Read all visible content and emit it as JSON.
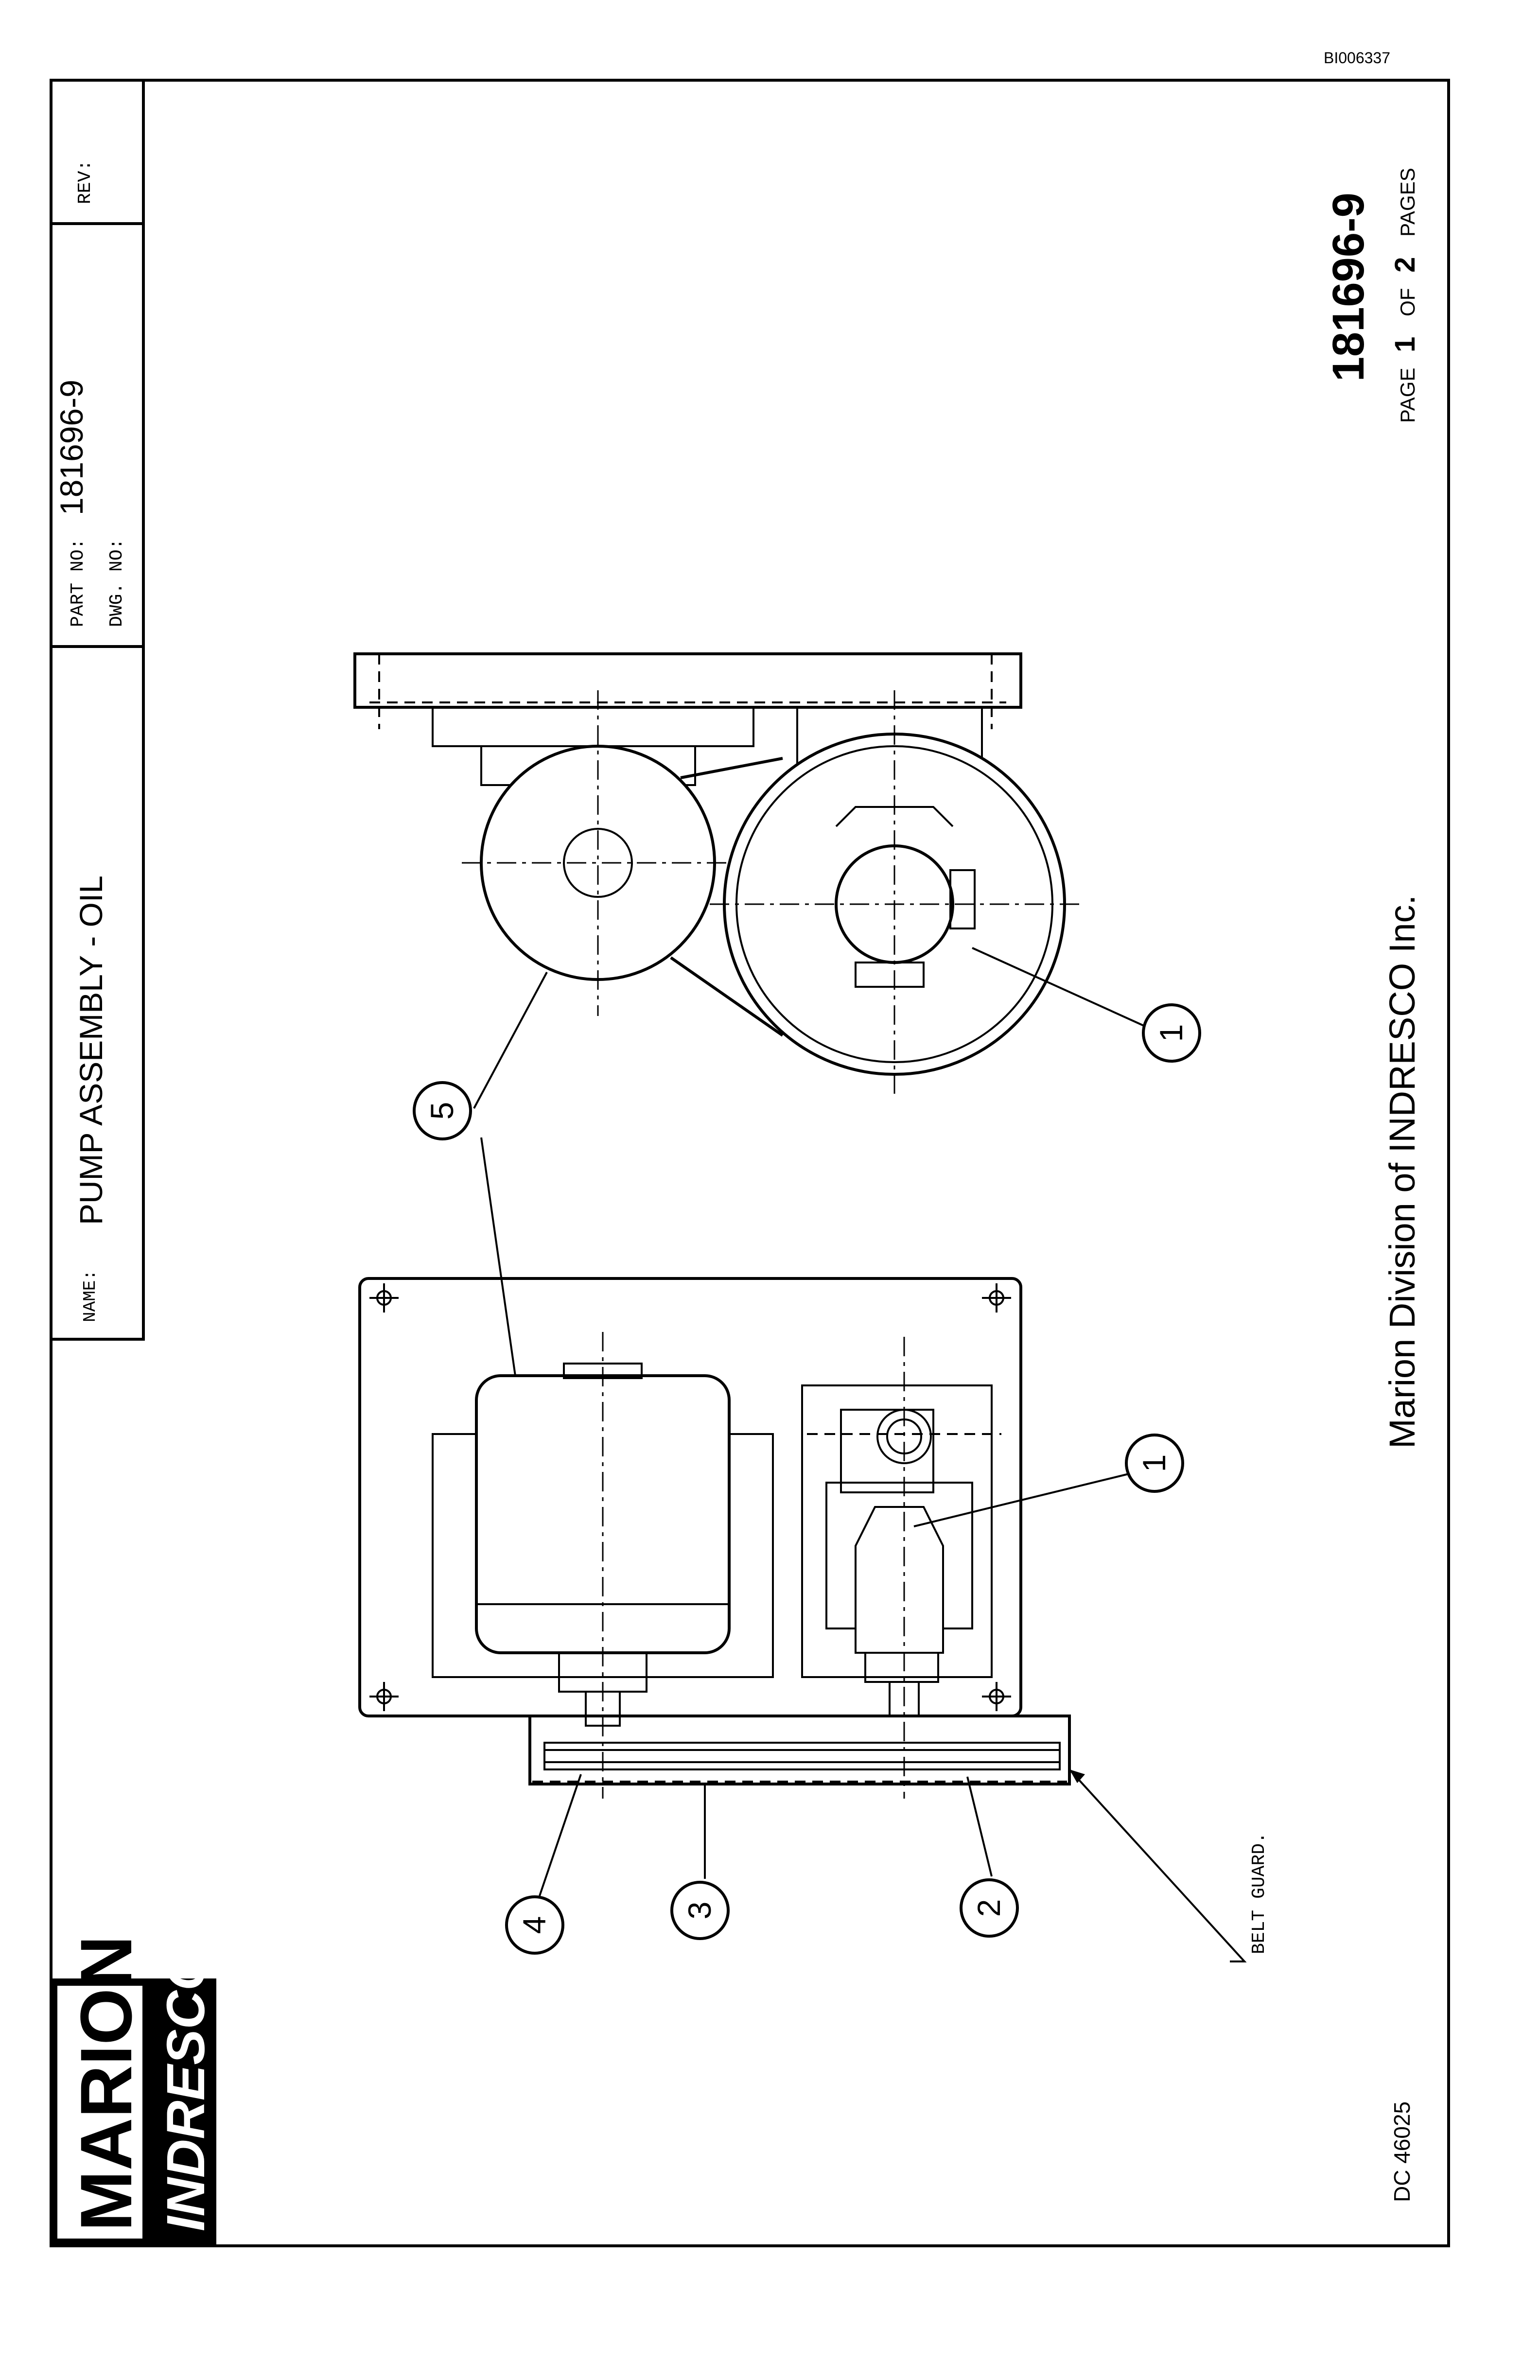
{
  "doc_id": "BI006337",
  "title_block": {
    "name_label": "NAME:",
    "name_value": "PUMP ASSEMBLY - OIL",
    "part_no_label": "PART NO:",
    "part_no_value": "181696-9",
    "dwg_no_label": "DWG. NO:",
    "rev_label": "REV:"
  },
  "logo": {
    "line1": "MARION",
    "line2": "INDRESCO"
  },
  "form_number": "DC 46025",
  "footer": {
    "company": "Marion Division of INDRESCO Inc.",
    "part_number": "181696-9",
    "page_word": "PAGE",
    "page_current": "1",
    "of_word": "OF",
    "page_total": "2",
    "pages_word": "PAGES"
  },
  "callouts": {
    "c1": "1",
    "c1b": "1",
    "c2": "2",
    "c3": "3",
    "c4": "4",
    "c5": "5",
    "belt_guard": "BELT GUARD."
  }
}
